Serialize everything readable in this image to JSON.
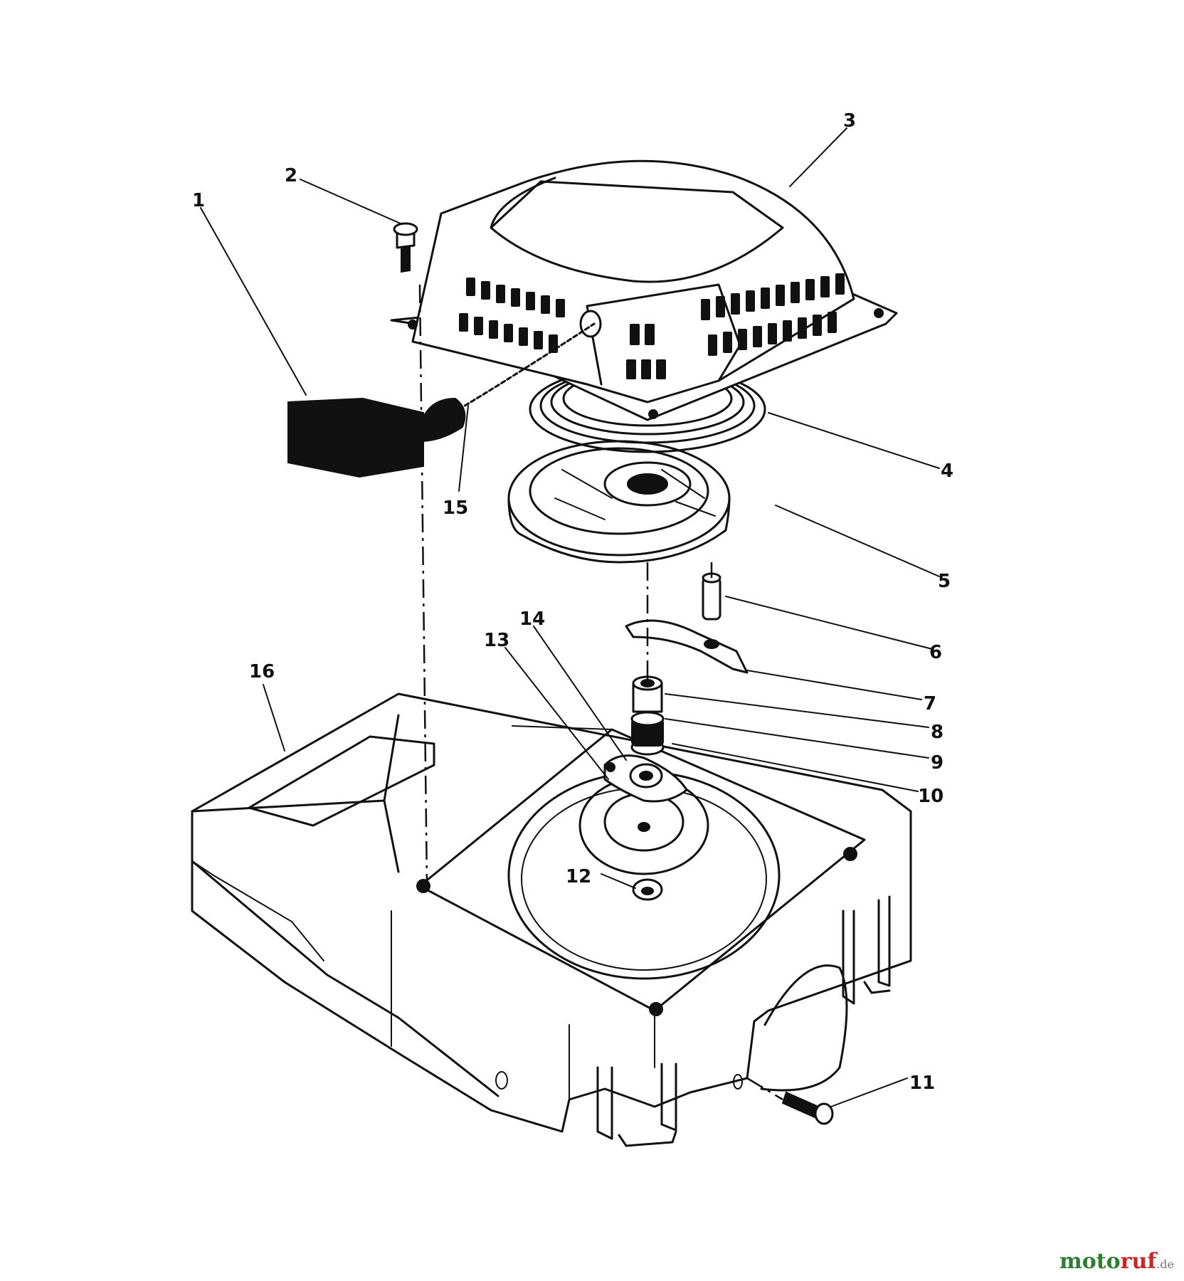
{
  "callouts": [
    {
      "id": "1",
      "label": "1"
    },
    {
      "id": "2",
      "label": "2"
    },
    {
      "id": "3",
      "label": "3"
    },
    {
      "id": "4",
      "label": "4"
    },
    {
      "id": "5",
      "label": "5"
    },
    {
      "id": "6",
      "label": "6"
    },
    {
      "id": "7",
      "label": "7"
    },
    {
      "id": "8",
      "label": "8"
    },
    {
      "id": "9",
      "label": "9"
    },
    {
      "id": "10",
      "label": "10"
    },
    {
      "id": "11",
      "label": "11"
    },
    {
      "id": "12",
      "label": "12"
    },
    {
      "id": "13",
      "label": "13"
    },
    {
      "id": "14",
      "label": "14"
    },
    {
      "id": "15",
      "label": "15"
    },
    {
      "id": "16",
      "label": "16"
    }
  ],
  "watermark": {
    "brand_a": "moto",
    "brand_b": "ruf",
    "suffix": ".de"
  }
}
